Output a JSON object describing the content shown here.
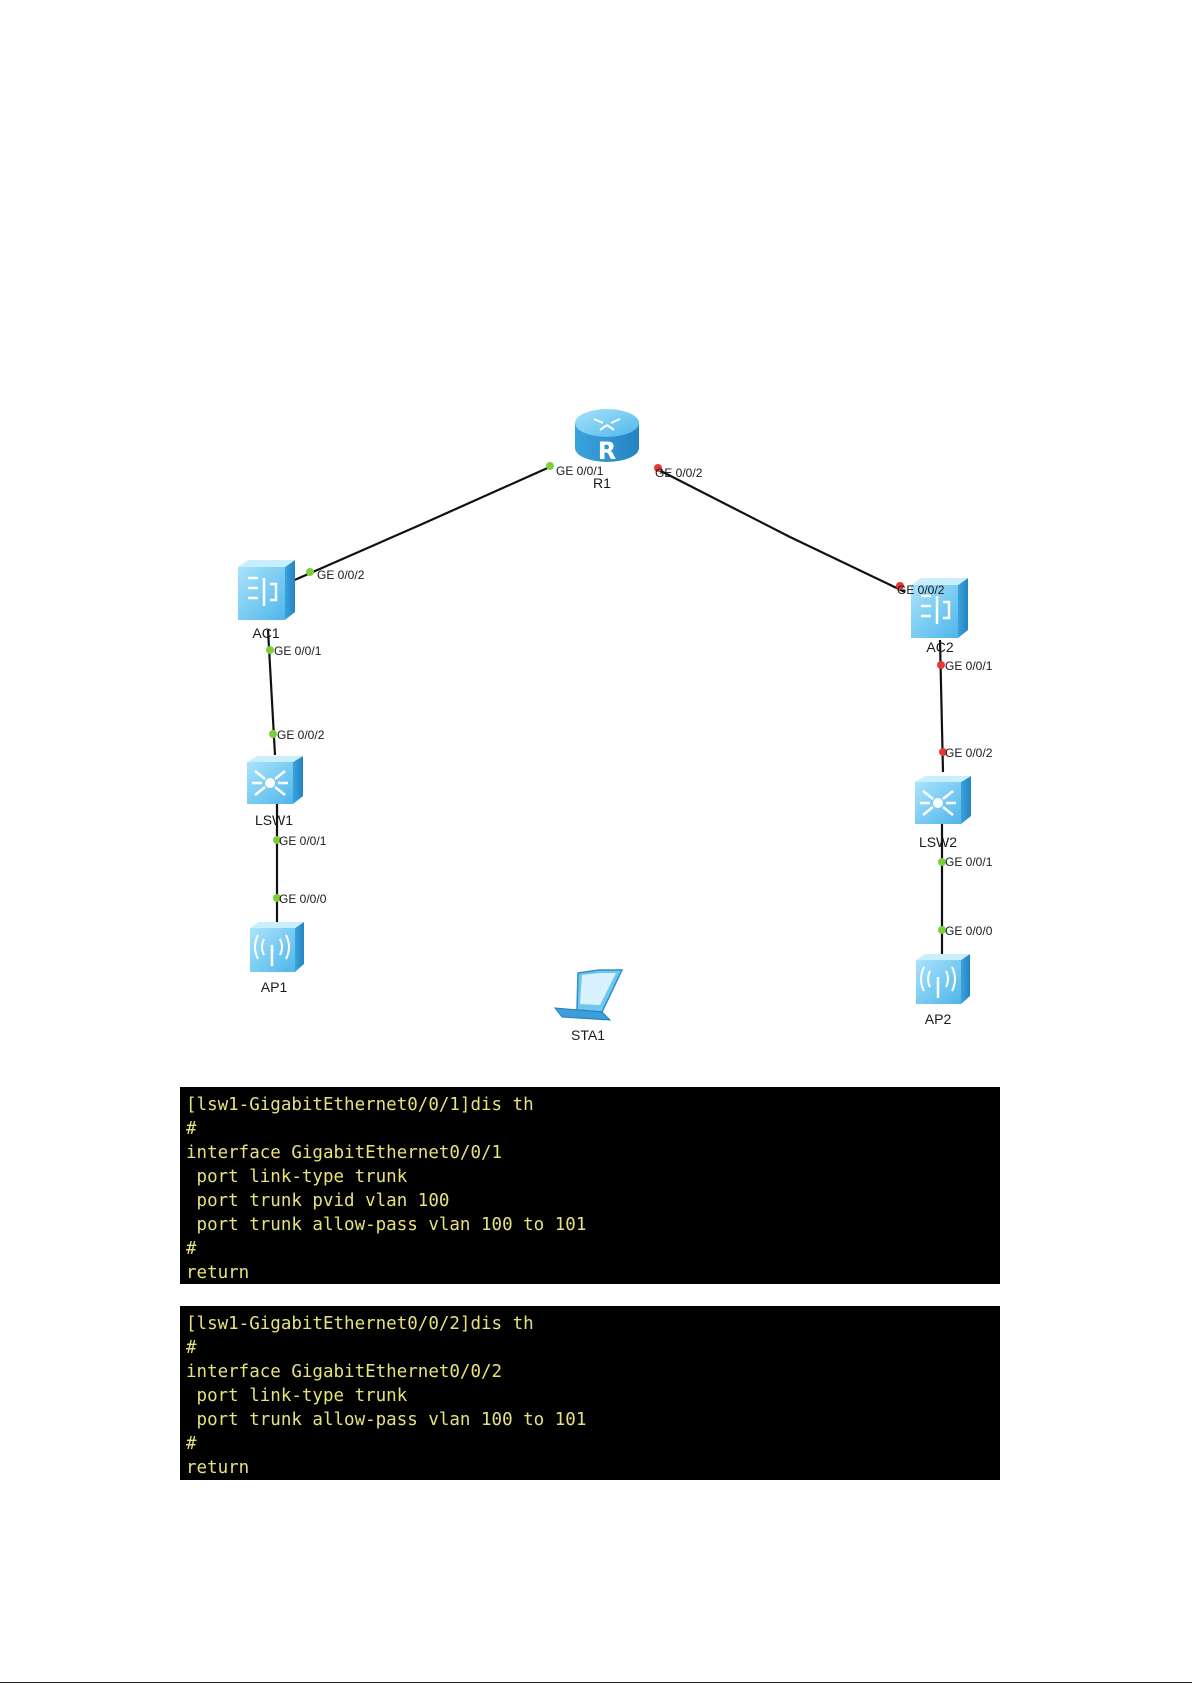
{
  "devices": {
    "r1": {
      "label": "R1",
      "icon": "router-icon"
    },
    "ac1": {
      "label": "AC1",
      "icon": "access-controller-icon"
    },
    "ac2": {
      "label": "AC2",
      "icon": "access-controller-icon"
    },
    "lsw1": {
      "label": "LSW1",
      "icon": "switch-icon"
    },
    "lsw2": {
      "label": "LSW2",
      "icon": "switch-icon"
    },
    "ap1": {
      "label": "AP1",
      "icon": "wireless-ap-icon"
    },
    "ap2": {
      "label": "AP2",
      "icon": "wireless-ap-icon"
    },
    "sta1": {
      "label": "STA1",
      "icon": "laptop-icon"
    }
  },
  "links": [
    {
      "from": "R1",
      "from_port": "GE 0/0/1",
      "to": "AC1",
      "to_port": "GE 0/0/2",
      "status": "up"
    },
    {
      "from": "R1",
      "from_port": "GE 0/0/2",
      "to": "AC2",
      "to_port": "GE 0/0/2",
      "status": "down"
    },
    {
      "from": "AC1",
      "from_port": "GE 0/0/1",
      "to": "LSW1",
      "to_port": "GE 0/0/2",
      "status": "up"
    },
    {
      "from": "AC2",
      "from_port": "GE 0/0/1",
      "to": "LSW2",
      "to_port": "GE 0/0/2",
      "status": "down"
    },
    {
      "from": "LSW1",
      "from_port": "GE 0/0/1",
      "to": "AP1",
      "to_port": "GE 0/0/0",
      "status": "up"
    },
    {
      "from": "LSW2",
      "from_port": "GE 0/0/1",
      "to": "AP2",
      "to_port": "GE 0/0/0",
      "status": "up"
    }
  ],
  "ports": {
    "r1_ge001": "GE 0/0/1",
    "r1_ge002": "GE 0/0/2",
    "ac1_ge002": "GE 0/0/2",
    "ac1_ge001": "GE 0/0/1",
    "ac2_ge002": "GE 0/0/2",
    "ac2_ge001": "GE 0/0/1",
    "lsw1_ge002": "GE 0/0/2",
    "lsw1_ge001": "GE 0/0/1",
    "lsw2_ge002": "GE 0/0/2",
    "lsw2_ge001": "GE 0/0/1",
    "ap1_ge000": "GE 0/0/0",
    "ap2_ge000": "GE 0/0/0"
  },
  "colors": {
    "port_up": "#7ccf3a",
    "port_down": "#e53935",
    "device_fill": "#66c8f2",
    "device_dark": "#2f9bd6",
    "terminal_bg": "#000000",
    "terminal_text": "#e8e27a"
  },
  "terminals": [
    {
      "lines": [
        "[lsw1-GigabitEthernet0/0/1]dis th",
        "#",
        "interface GigabitEthernet0/0/1",
        " port link-type trunk",
        " port trunk pvid vlan 100",
        " port trunk allow-pass vlan 100 to 101",
        "#",
        "return"
      ]
    },
    {
      "lines": [
        "[lsw1-GigabitEthernet0/0/2]dis th",
        "#",
        "interface GigabitEthernet0/0/2",
        " port link-type trunk",
        " port trunk allow-pass vlan 100 to 101",
        "#",
        "return"
      ]
    }
  ]
}
